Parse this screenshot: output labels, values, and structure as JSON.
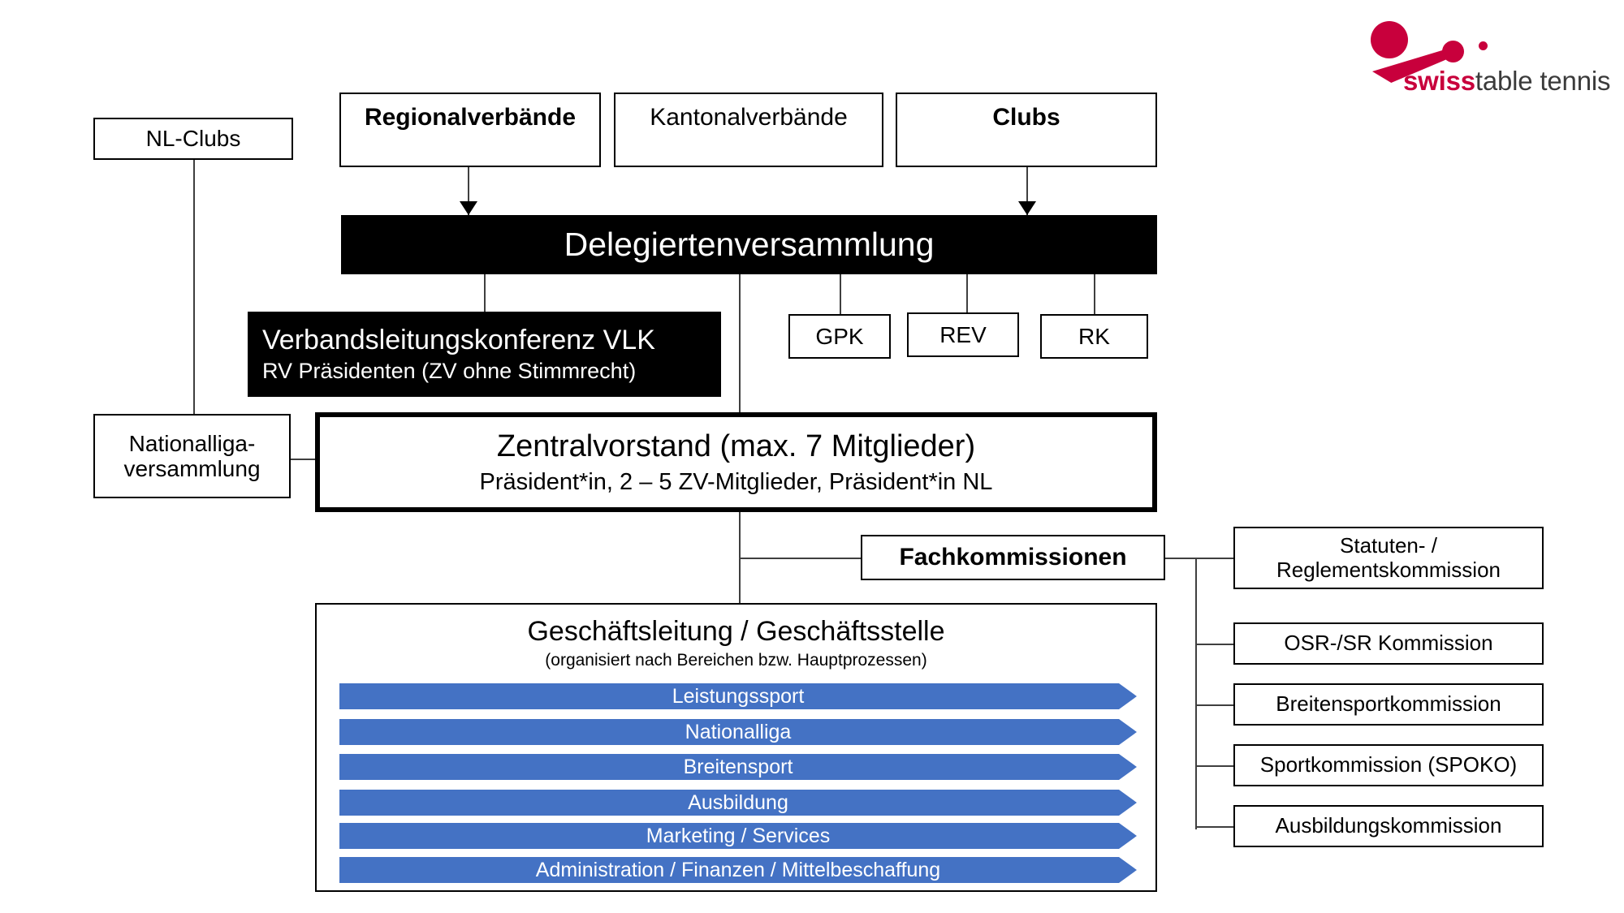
{
  "logo": {
    "brand_bold": "swiss",
    "brand_rest": "table tennis",
    "brand_color": "#C8003C",
    "text_color": "#3b3b3b"
  },
  "theme": {
    "arrow_blue": "#4472C4",
    "black": "#000000",
    "line_gray": "#3f3f3f"
  },
  "nodes": {
    "nl_clubs": "NL-Clubs",
    "regionalverbaende": "Regionalverbände",
    "kantonalverbaende": "Kantonalverbände",
    "clubs": "Clubs",
    "delegiertenversammlung": "Delegiertenversammlung",
    "vlk_title": "Verbandsleitungskonferenz VLK",
    "vlk_sub": "RV Präsidenten (ZV ohne Stimmrecht)",
    "gpk": "GPK",
    "rev": "REV",
    "rk": "RK",
    "nationalliga_line1": "Nationalliga-",
    "nationalliga_line2": "versammlung",
    "zv_title": "Zentralvorstand (max. 7 Mitglieder)",
    "zv_sub": "Präsident*in, 2 – 5 ZV-Mitglieder, Präsident*in NL",
    "fachkommissionen": "Fachkommissionen",
    "gl_title": "Geschäftsleitung / Geschäftsstelle",
    "gl_sub": "(organisiert nach Bereichen bzw. Hauptprozessen)"
  },
  "processes": [
    {
      "label": "Leistungssport"
    },
    {
      "label": "Nationalliga"
    },
    {
      "label": "Breitensport"
    },
    {
      "label": "Ausbildung"
    },
    {
      "label": "Marketing / Services"
    },
    {
      "label": "Administration / Finanzen / Mittelbeschaffung"
    }
  ],
  "commissions": [
    {
      "line1": "Statuten- /",
      "line2": "Reglementskommission"
    },
    {
      "line1": "OSR-/SR Kommission",
      "line2": ""
    },
    {
      "line1": "Breitensportkommission",
      "line2": ""
    },
    {
      "line1": "Sportkommission (SPOKO)",
      "line2": ""
    },
    {
      "line1": "Ausbildungskommission",
      "line2": ""
    }
  ]
}
